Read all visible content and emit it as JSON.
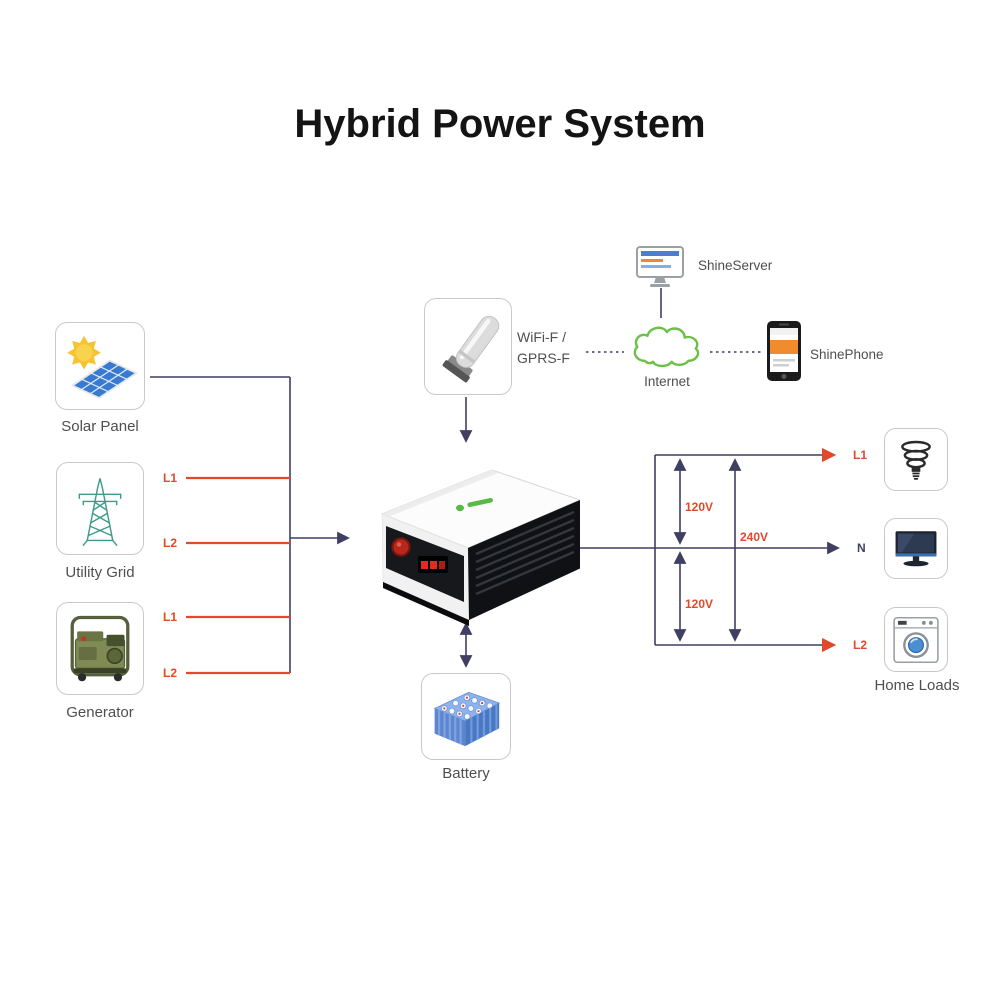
{
  "title": "Hybrid Power System",
  "sources": {
    "solar": {
      "label": "Solar Panel"
    },
    "grid": {
      "label": "Utility Grid",
      "l1": "L1",
      "l2": "L2"
    },
    "generator": {
      "label": "Generator",
      "l1": "L1",
      "l2": "L2"
    }
  },
  "monitoring": {
    "wifi_line1": "WiFi-F /",
    "wifi_line2": "GPRS-F",
    "server": "ShineServer",
    "internet": "Internet",
    "phone": "ShinePhone"
  },
  "storage": {
    "battery": "Battery"
  },
  "outputs": {
    "l1": "L1",
    "n": "N",
    "l2": "L2",
    "v120_top": "120V",
    "v120_bottom": "120V",
    "v240": "240V",
    "home_loads": "Home Loads"
  },
  "colors": {
    "line_navy": "#3f3f63",
    "line_red": "#e0492a",
    "cloud_green": "#6cbf47",
    "box_border": "#c9c9c9",
    "label_gray": "#4f4f4f"
  }
}
